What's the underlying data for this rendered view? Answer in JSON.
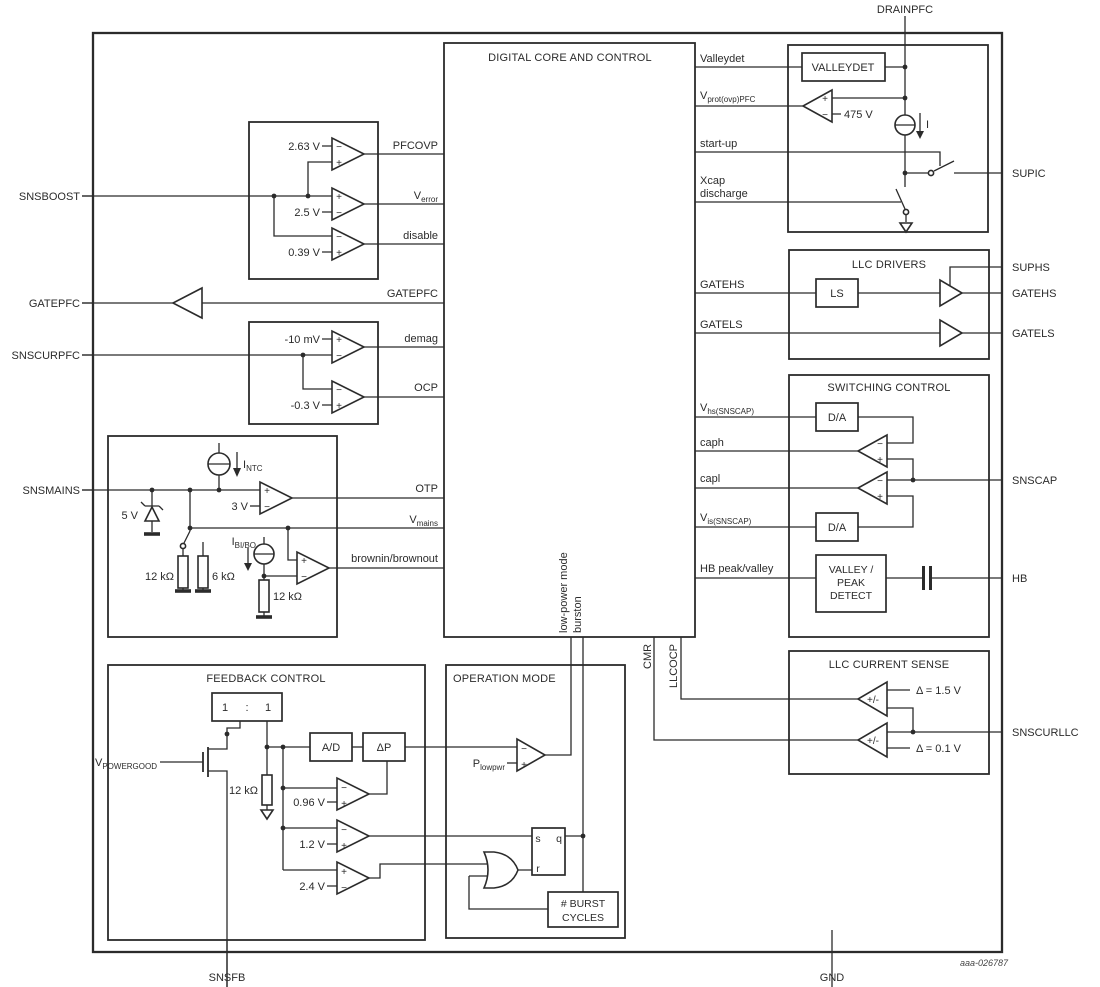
{
  "figure_id": "aaa-026787",
  "signs": {
    "plus": "+",
    "minus": "−",
    "plusminus": "+/-"
  },
  "pins": {
    "drainpfc": "DRAINPFC",
    "snsboost": "SNSBOOST",
    "gatepfc": "GATEPFC",
    "snscurpfc": "SNSCURPFC",
    "snsmains": "SNSMAINS",
    "snsfb": "SNSFB",
    "gnd": "GND",
    "supic": "SUPIC",
    "suphs": "SUPHS",
    "gatehs": "GATEHS",
    "gatels": "GATELS",
    "snscap": "SNSCAP",
    "hb": "HB",
    "snscurllc": "SNSCURLLC"
  },
  "core": {
    "title": "DIGITAL CORE AND CONTROL",
    "left": {
      "pfcovp": "PFCOVP",
      "verror_main": "V",
      "verror_sub": "error",
      "disable": "disable",
      "gatepfc": "GATEPFC",
      "demag": "demag",
      "ocp": "OCP",
      "otp": "OTP",
      "vmains_main": "V",
      "vmains_sub": "mains",
      "brownin": "brownin/brownout"
    },
    "right": {
      "valleydet": "Valleydet",
      "vprot_main": "V",
      "vprot_sub": "prot(ovp)PFC",
      "startup": "start-up",
      "xcap1": "Xcap",
      "xcap2": "discharge",
      "gatehs": "GATEHS",
      "gatels": "GATELS",
      "vhs_main": "V",
      "vhs_sub": "hs(SNSCAP)",
      "caph": "caph",
      "capl": "capl",
      "vis_main": "V",
      "vis_sub": "is(SNSCAP)",
      "hbpv": "HB peak/valley"
    },
    "bottom": {
      "lowpower": "low-power mode",
      "burston": "burston",
      "cmr": "CMR",
      "llcocp": "LLCOCP"
    }
  },
  "ovp_block": {
    "ref1": "2.63 V",
    "ref2": "2.5 V",
    "ref3": "0.39 V"
  },
  "pfccur_block": {
    "ref1": "-10 mV",
    "ref2": "-0.3 V"
  },
  "mains_block": {
    "intc_main": "I",
    "intc_sub": "NTC",
    "zener": "5 V",
    "otp_ref": "3 V",
    "r1": "12 kΩ",
    "r2": "6 kΩ",
    "ibibo_main": "I",
    "ibibo_sub": "BI/BO",
    "r3": "12 kΩ"
  },
  "hv_block": {
    "valleydet": "VALLEYDET",
    "ovp_ref": "475 V",
    "i": "I"
  },
  "drivers_block": {
    "title": "LLC DRIVERS",
    "ls": "LS"
  },
  "switching_block": {
    "title": "SWITCHING CONTROL",
    "da1": "D/A",
    "da2": "D/A",
    "vpd1": "VALLEY /",
    "vpd2": "PEAK",
    "vpd3": "DETECT"
  },
  "sense_block": {
    "title": "LLC CURRENT SENSE",
    "delta1": "Δ = 1.5 V",
    "delta2": "Δ = 0.1 V"
  },
  "feedback_block": {
    "title": "FEEDBACK CONTROL",
    "m1": "1",
    "colon": ":",
    "m2": "1",
    "vpg_main": "V",
    "vpg_sub": "POWERGOOD",
    "r1": "12 kΩ",
    "ad": "A/D",
    "dp": "ΔP",
    "ref1": "0.96 V",
    "ref2": "1.2 V",
    "ref3": "2.4 V"
  },
  "opmode_block": {
    "title": "OPERATION MODE",
    "plow_main": "P",
    "plow_sub": "lowpwr",
    "s": "s",
    "q": "q",
    "r": "r",
    "burst1": "# BURST",
    "burst2": "CYCLES"
  }
}
